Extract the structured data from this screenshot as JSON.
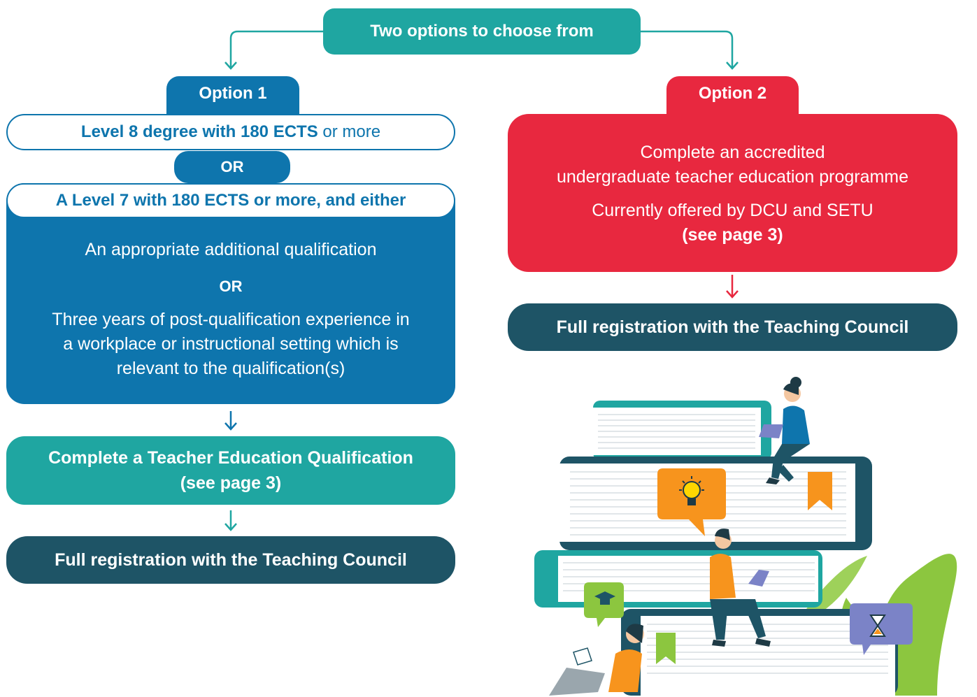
{
  "header": {
    "title": "Two options to choose from"
  },
  "option1": {
    "tab": "Option 1",
    "level8": {
      "strong": "Level 8 degree with 180 ECTS",
      "rest": " or more"
    },
    "or_label": "OR",
    "level7": {
      "part1": "A Level 7 with 180 ECTS or more",
      "part2": ", and either"
    },
    "additional_qualification": "An appropriate additional qualification",
    "or_label_2": "OR",
    "experience_line1": "Three years of post-qualification experience in",
    "experience_line2": "a workplace or instructional setting which is",
    "experience_line3": "relevant to the qualification(s)",
    "teacher_education": "Complete a Teacher Education Qualification",
    "see_page": "(see page 3)",
    "registration": "Full registration with the Teaching Council"
  },
  "option2": {
    "tab": "Option 2",
    "line1": "Complete an accredited",
    "line2": "undergraduate teacher education programme",
    "line3": "Currently offered by DCU and SETU",
    "see_page": "(see page 3)",
    "registration": "Full registration with the Teaching Council"
  },
  "colors": {
    "teal": "#1fa6a1",
    "blue": "#0e75ad",
    "red": "#e8283f",
    "dark_teal": "#1e5466"
  }
}
